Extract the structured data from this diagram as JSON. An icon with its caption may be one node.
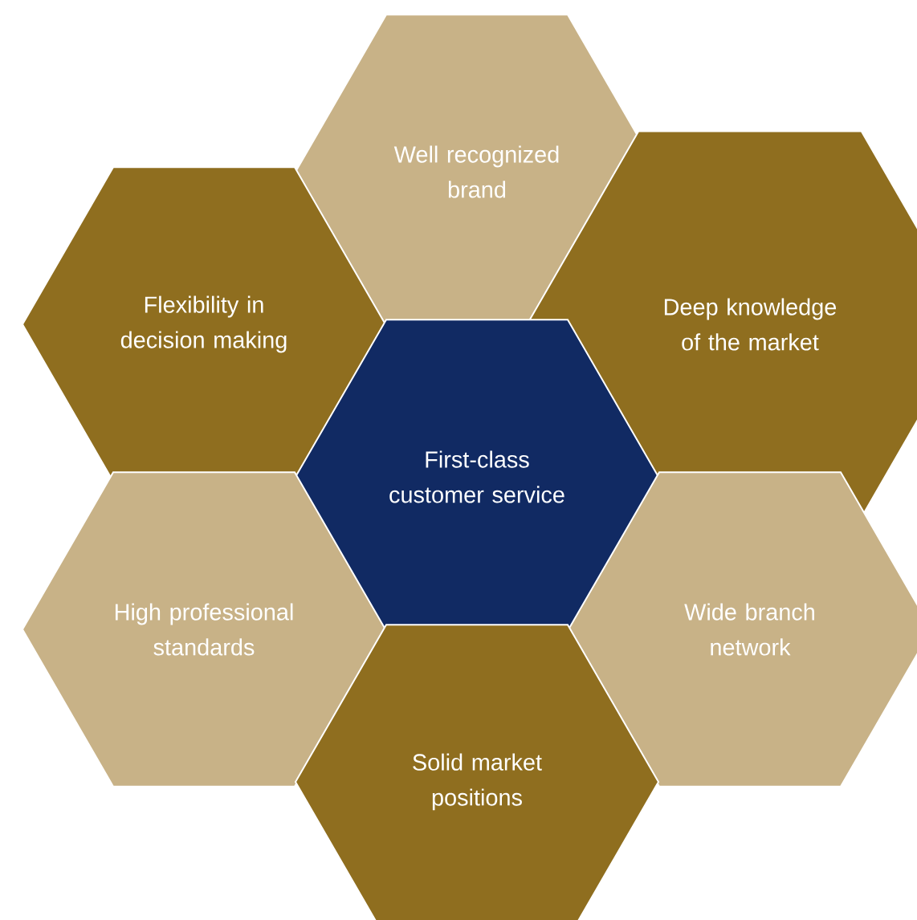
{
  "diagram": {
    "nodes": [
      {
        "text": [
          "Well recognized brand"
        ]
      },
      {
        "text": [
          "Flexibility in decision making"
        ]
      },
      {
        "text": [
          "Deep knowledge of the market"
        ]
      },
      {
        "text": [
          "First-class customer service"
        ]
      },
      {
        "text": [
          "High professional standards"
        ]
      },
      {
        "text": [
          "Wide branch network"
        ]
      },
      {
        "text": [
          "Solid market positions"
        ]
      }
    ]
  }
}
